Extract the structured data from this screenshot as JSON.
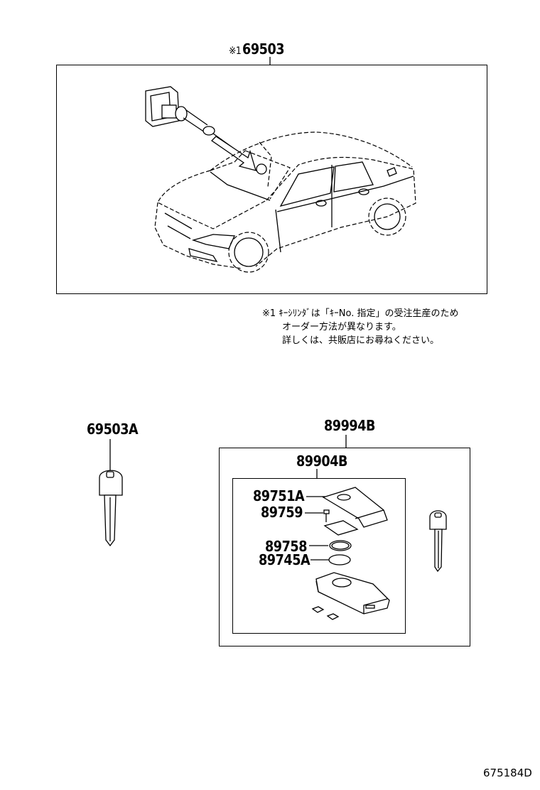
{
  "diagram": {
    "id_code": "675184D",
    "top_assembly": {
      "ref_mark": "※1",
      "part_number": "69503",
      "illustration": "car-with-lock-cylinder"
    },
    "note": {
      "lines": [
        "※1 ｷｰｼﾘﾝﾀﾞは「ｷｰNo. 指定」の受注生産のため",
        "オーダー方法が異なります。",
        "詳しくは、共販店にお尋ねください。"
      ]
    },
    "key_blank": {
      "part_number": "69503A",
      "illustration": "key"
    },
    "key_assembly": {
      "part_number": "89994B",
      "sub_assembly": {
        "part_number": "89904B",
        "parts": [
          {
            "part_number": "89751A",
            "name": "cover"
          },
          {
            "part_number": "89759",
            "name": "screw"
          },
          {
            "part_number": "89758",
            "name": "o-ring"
          },
          {
            "part_number": "89745A",
            "name": "battery"
          }
        ]
      },
      "extra_illustration": "spare-key"
    }
  }
}
